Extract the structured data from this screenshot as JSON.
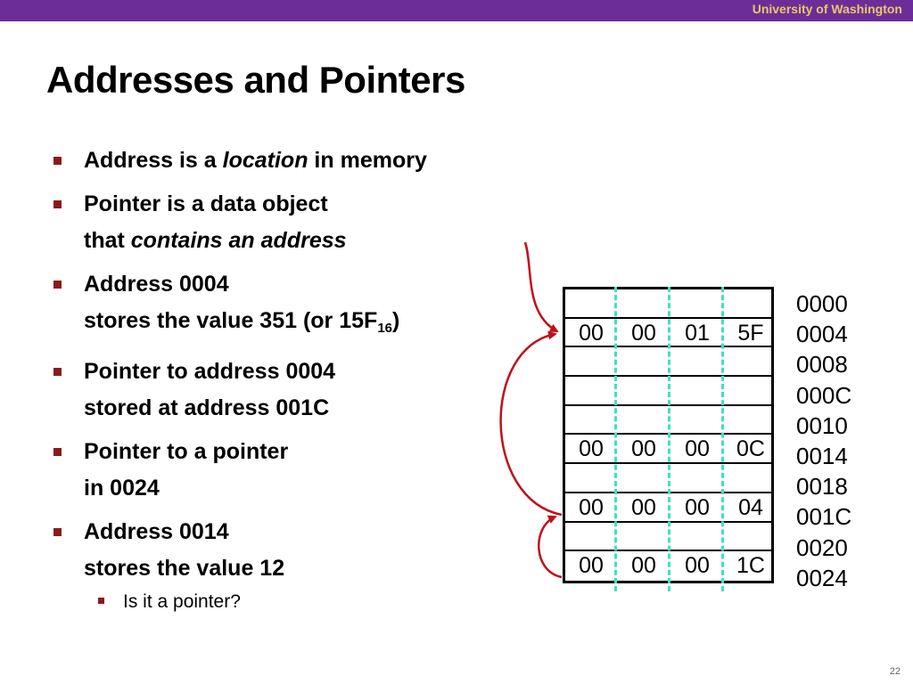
{
  "header": {
    "institution": "University of Washington"
  },
  "slide": {
    "title": "Addresses and Pointers",
    "page_number": "22"
  },
  "bullets": {
    "b1": {
      "pre": "Address is a ",
      "em": "location",
      "post": " in memory"
    },
    "b2": {
      "line1": "Pointer is a data object",
      "line2_pre": "that ",
      "line2_em": "contains an address"
    },
    "b3": {
      "line1": "Address 0004",
      "line2_pre": "stores the value 351 (or 15F",
      "line2_sub": "16",
      "line2_post": ")"
    },
    "b4": {
      "line1": "Pointer to address 0004",
      "line2": "stored at address 001C"
    },
    "b5": {
      "line1": "Pointer to a pointer",
      "line2": "in 0024"
    },
    "b6": {
      "line1": "Address 0014",
      "line2": "stores the value 12"
    },
    "sub1": "Is it a pointer?"
  },
  "memory": {
    "rows": [
      {
        "address": "0000",
        "bytes": [
          "",
          "",
          "",
          ""
        ]
      },
      {
        "address": "0004",
        "bytes": [
          "00",
          "00",
          "01",
          "5F"
        ]
      },
      {
        "address": "0008",
        "bytes": [
          "",
          "",
          "",
          ""
        ]
      },
      {
        "address": "000C",
        "bytes": [
          "",
          "",
          "",
          ""
        ]
      },
      {
        "address": "0010",
        "bytes": [
          "",
          "",
          "",
          ""
        ]
      },
      {
        "address": "0014",
        "bytes": [
          "00",
          "00",
          "00",
          "0C"
        ]
      },
      {
        "address": "0018",
        "bytes": [
          "",
          "",
          "",
          ""
        ]
      },
      {
        "address": "001C",
        "bytes": [
          "00",
          "00",
          "00",
          "04"
        ]
      },
      {
        "address": "0020",
        "bytes": [
          "",
          "",
          "",
          ""
        ]
      },
      {
        "address": "0024",
        "bytes": [
          "00",
          "00",
          "00",
          "1C"
        ]
      }
    ]
  },
  "colors": {
    "header_bar": "#6b2e99",
    "header_text": "#e8c868",
    "bullet_marker": "#8b1a1a",
    "arrow": "#c0101a",
    "byte_divider": "#3ee0c8"
  }
}
